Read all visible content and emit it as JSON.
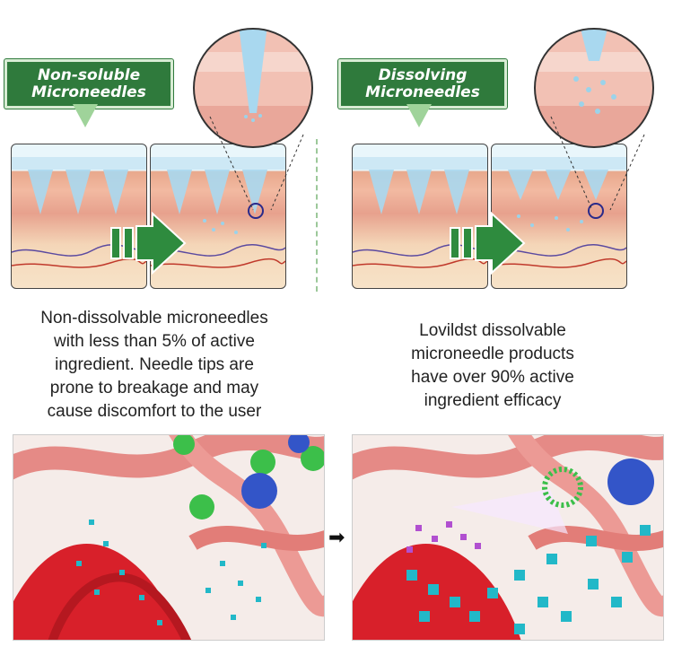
{
  "left": {
    "label_line1": "Non-soluble",
    "label_line2": "Microneedles",
    "description_lines": [
      "Non-dissolvable microneedles",
      "with less than 5% of active",
      "ingredient. Needle tips are",
      "prone to breakage and may",
      "cause discomfort to the user"
    ]
  },
  "right": {
    "label_line1": "Dissolving",
    "label_line2": "Microneedles",
    "description_lines": [
      "Lovildst dissolvable",
      "microneedle products",
      "have over 90% active",
      "ingredient efficacy"
    ]
  },
  "colors": {
    "label_green": "#2f7a3c",
    "arrow_green": "#2e8b3e",
    "pointer_green": "#9fd39a",
    "vessel_red": "#d8202a",
    "fiber_pink": "#e58a86",
    "particle_cyan": "#22b8c8",
    "particle_purple": "#b14fd0"
  }
}
